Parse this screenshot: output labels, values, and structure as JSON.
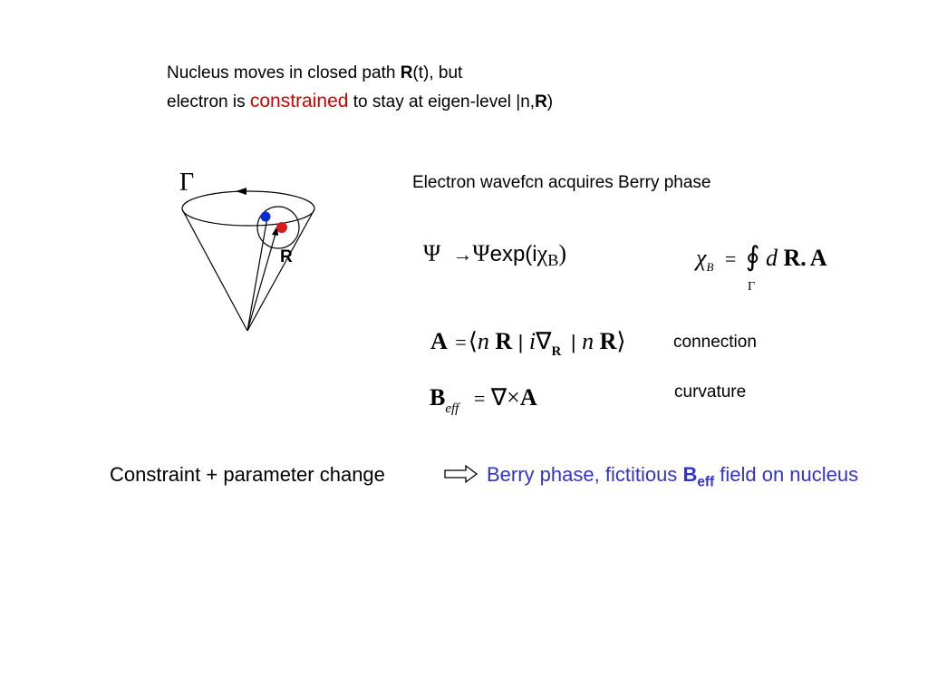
{
  "top": {
    "line1_pre": "Nucleus moves in closed path ",
    "line1_bold": "R",
    "line1_post": "(t), but",
    "line2_pre": "electron is ",
    "line2_emph": "constrained",
    "line2_post": " to stay at eigen-level  |n,",
    "line2_bold": "R",
    "line2_end": ")"
  },
  "diagram": {
    "gamma_label": "Γ",
    "r_label": "R",
    "electron_color": "#0a2ad6",
    "nucleus_color": "#d81a1a"
  },
  "headline": "Electron wavefcn acquires Berry phase",
  "eq1": {
    "lhs": "Ψ",
    "arrow": "→",
    "rhs_psi": "Ψ",
    "rhs_text": "exp(i",
    "chi": "χ",
    "sub": "B",
    "close": ")"
  },
  "eq2": {
    "chi": "χ",
    "sub": "B",
    "eq": "=",
    "int": "∮",
    "int_sub": "Γ",
    "d": "d",
    "r": "R",
    "dot": ".",
    "a": "A"
  },
  "eq3": {
    "a": "A",
    "eq": "=",
    "lang": "⟨",
    "n1": "n",
    "r1": "R",
    "bar1": "|",
    "i": "i",
    "nabla": "∇",
    "nsub": "R",
    "bar2": "|",
    "n2": "n",
    "r2": "R",
    "rang": "⟩",
    "label": "connection"
  },
  "eq4": {
    "b": "B",
    "sub": "eff",
    "eq": "=",
    "nabla": "∇",
    "times": "×",
    "a": "A",
    "label": "curvature"
  },
  "bottom": {
    "left": "Constraint + parameter change",
    "right_pre": "Berry phase, fictitious ",
    "right_b": "B",
    "right_sub": "eff",
    "right_post": " field on nucleus"
  },
  "colors": {
    "emphasis_red": "#d40000",
    "text_blue": "#3333cc"
  }
}
